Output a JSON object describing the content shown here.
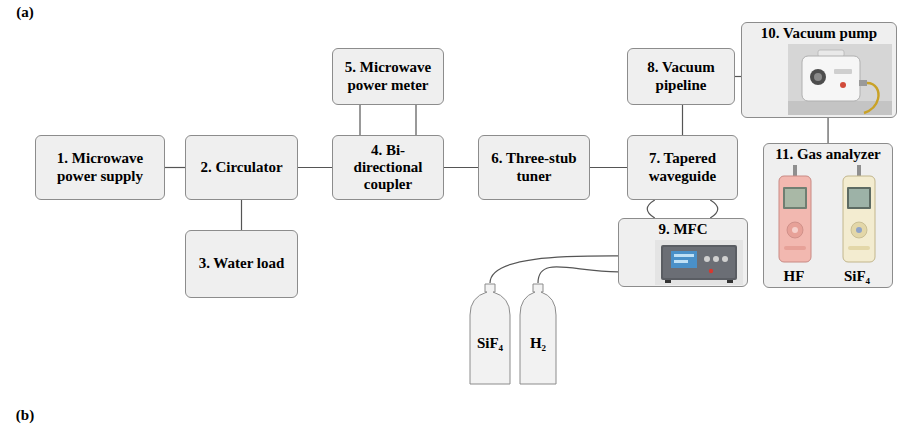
{
  "diagram": {
    "nodes": [
      {
        "text": [
          "5. Microwave power meter"
        ]
      },
      {
        "text": [
          "8. Vacuum pipeline"
        ]
      },
      {
        "text": [
          "10. Vacuum pump"
        ]
      },
      {
        "text": [
          "1. Microwave power supply"
        ]
      },
      {
        "text": [
          "2. Circulator"
        ]
      },
      {
        "text": [
          "4. Bi-directional coupler"
        ]
      },
      {
        "text": [
          "6. Three-stub tuner"
        ]
      },
      {
        "text": [
          "7. Tapered waveguide"
        ]
      },
      {
        "text": [
          "11. Gas analyzer"
        ]
      },
      {
        "text": [
          "3. Water load"
        ]
      },
      {
        "text": [
          "9. MFC"
        ]
      },
      {
        "text": [
          "SiF₄"
        ]
      },
      {
        "text": [
          "H₂"
        ]
      }
    ],
    "edges": [
      {
        "from": 3,
        "to": 4,
        "arrow": "none"
      },
      {
        "from": 4,
        "to": 9,
        "arrow": "none"
      },
      {
        "from": 4,
        "to": 5,
        "arrow": "none"
      },
      {
        "from": 0,
        "to": 5,
        "arrow": "none"
      },
      {
        "from": 0,
        "to": 5,
        "arrow": "none"
      },
      {
        "from": 5,
        "to": 6,
        "arrow": "none"
      },
      {
        "from": 6,
        "to": 7,
        "arrow": "none"
      },
      {
        "from": 7,
        "to": 1,
        "arrow": "none"
      },
      {
        "from": 1,
        "to": 2,
        "arrow": "none"
      },
      {
        "from": 2,
        "to": 8,
        "arrow": "none"
      },
      {
        "from": 7,
        "to": 10,
        "arrow": "none"
      },
      {
        "from": 7,
        "to": 10,
        "arrow": "none"
      },
      {
        "from": 11,
        "to": 10,
        "arrow": "none"
      },
      {
        "from": 12,
        "to": 10,
        "arrow": "none"
      }
    ],
    "labels": [
      "(a)",
      "HF",
      "SiF₄",
      "(b)"
    ]
  }
}
